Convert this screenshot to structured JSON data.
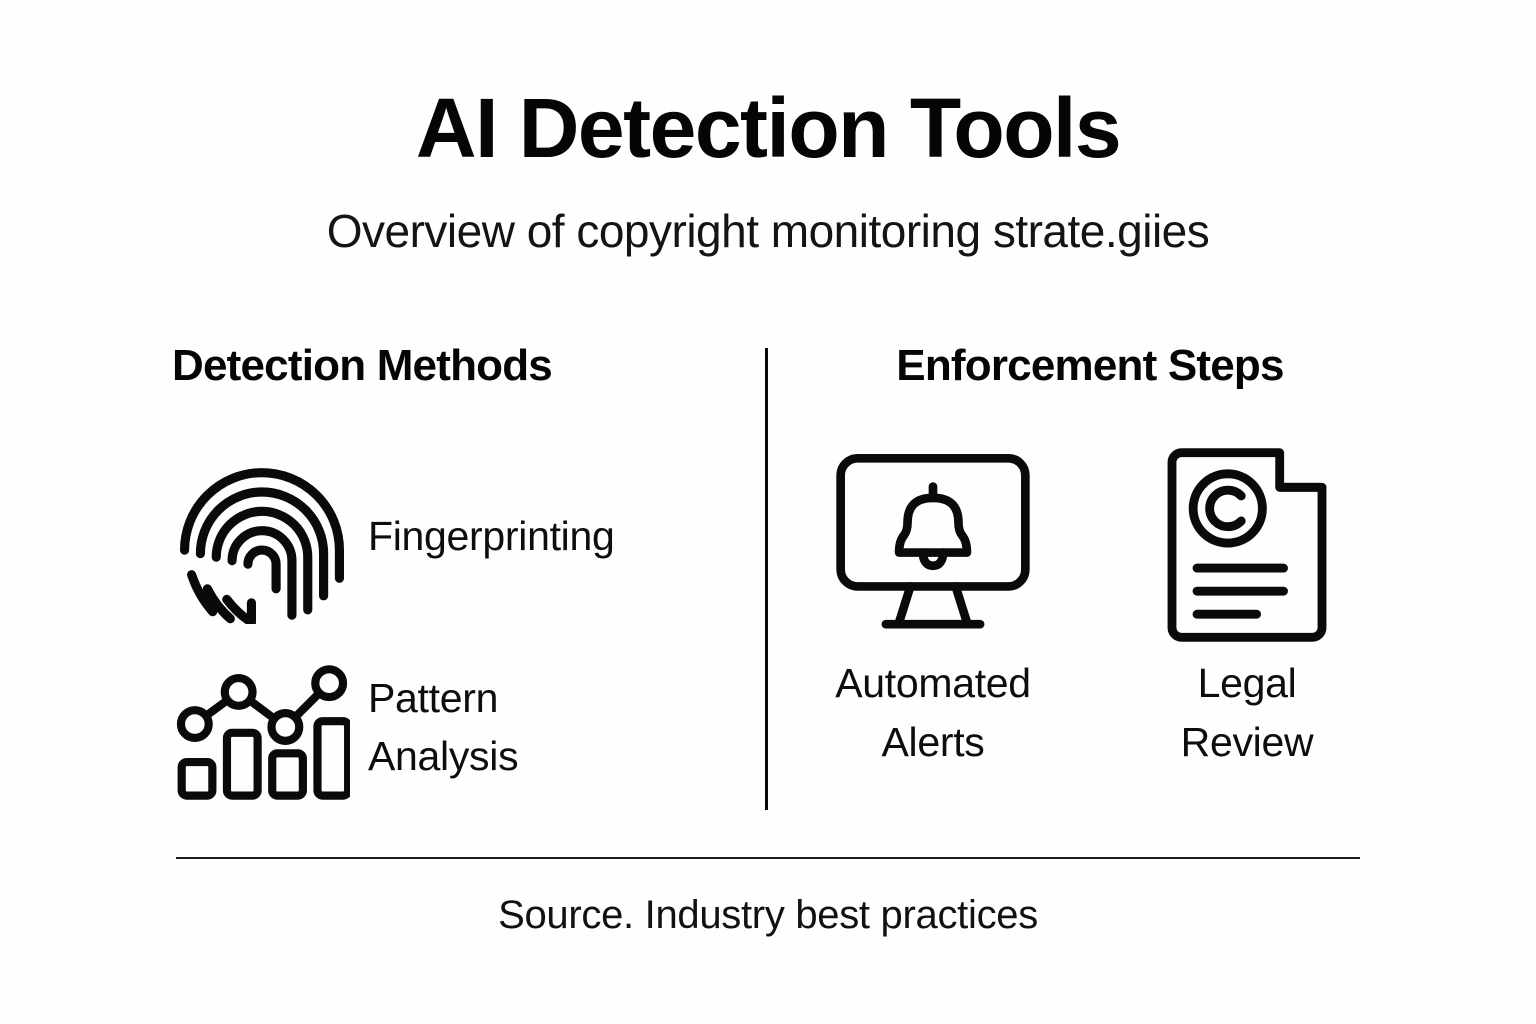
{
  "header": {
    "title": "AI Detection Tools",
    "subtitle": "Overview of copyright monitoring strate.giies"
  },
  "columns": {
    "left": {
      "heading": "Detection Methods",
      "items": [
        {
          "label": "Fingerprinting",
          "icon": "fingerprint-icon"
        },
        {
          "label": "Pattern\nAnalysis",
          "icon": "pattern-analysis-icon"
        }
      ]
    },
    "right": {
      "heading": "Enforcement Steps",
      "items": [
        {
          "label": "Automated\nAlerts",
          "icon": "monitor-bell-icon"
        },
        {
          "label": "Legal\nReview",
          "icon": "copyright-document-icon"
        }
      ]
    }
  },
  "footer": {
    "source": "Source. Industry best practices"
  },
  "colors": {
    "background": "#fefefd",
    "ink": "#0a0a0a",
    "divider": "#0a0a0a",
    "rule": "#1a1a1a"
  }
}
